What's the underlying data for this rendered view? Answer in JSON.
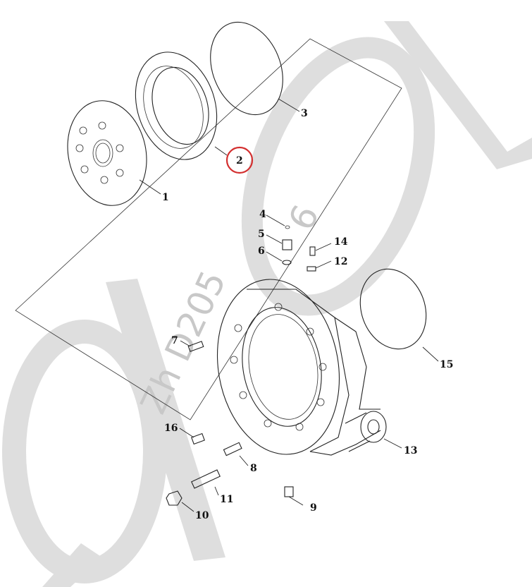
{
  "watermark": {
    "text": "Zh D205",
    "tail_glyph": "6",
    "color": "#d9d9d9"
  },
  "callouts": [
    {
      "id": "1",
      "label": "1"
    },
    {
      "id": "2",
      "label": "2",
      "highlighted": true,
      "highlight_color": "#d32f2f"
    },
    {
      "id": "3",
      "label": "3"
    },
    {
      "id": "4",
      "label": "4"
    },
    {
      "id": "5",
      "label": "5"
    },
    {
      "id": "6",
      "label": "6"
    },
    {
      "id": "7",
      "label": "7"
    },
    {
      "id": "8",
      "label": "8"
    },
    {
      "id": "9",
      "label": "9"
    },
    {
      "id": "10",
      "label": "10"
    },
    {
      "id": "11",
      "label": "11"
    },
    {
      "id": "12",
      "label": "12"
    },
    {
      "id": "13",
      "label": "13"
    },
    {
      "id": "14",
      "label": "14"
    },
    {
      "id": "15",
      "label": "15"
    },
    {
      "id": "16",
      "label": "16"
    }
  ]
}
